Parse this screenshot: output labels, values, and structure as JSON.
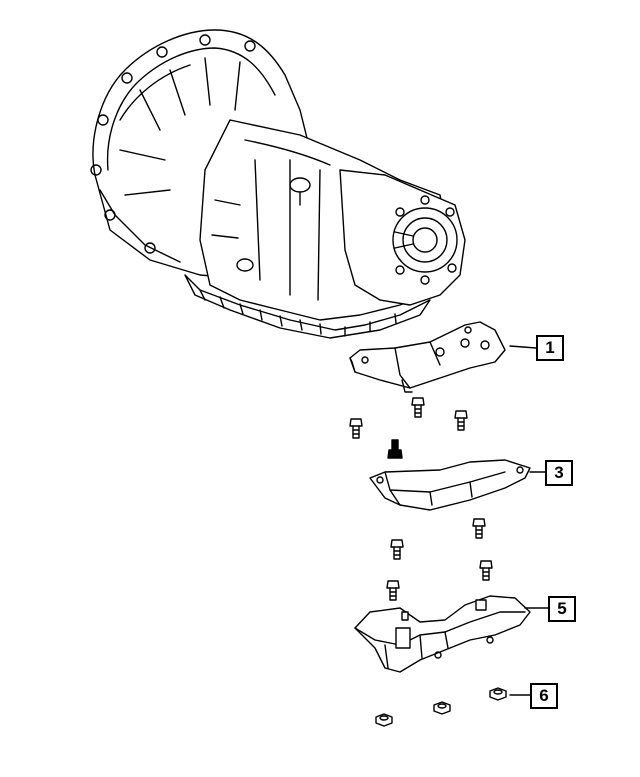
{
  "callouts": [
    {
      "id": "c1",
      "label": "1"
    },
    {
      "id": "c3",
      "label": "3"
    },
    {
      "id": "c5",
      "label": "5"
    },
    {
      "id": "c6",
      "label": "6"
    }
  ],
  "colors": {
    "line": "#000000",
    "paper": "#ffffff"
  },
  "icons": [
    "transmission-assembly-icon",
    "mount-bracket-icon",
    "bolt-icon",
    "crossmember-icon",
    "nut-icon"
  ]
}
